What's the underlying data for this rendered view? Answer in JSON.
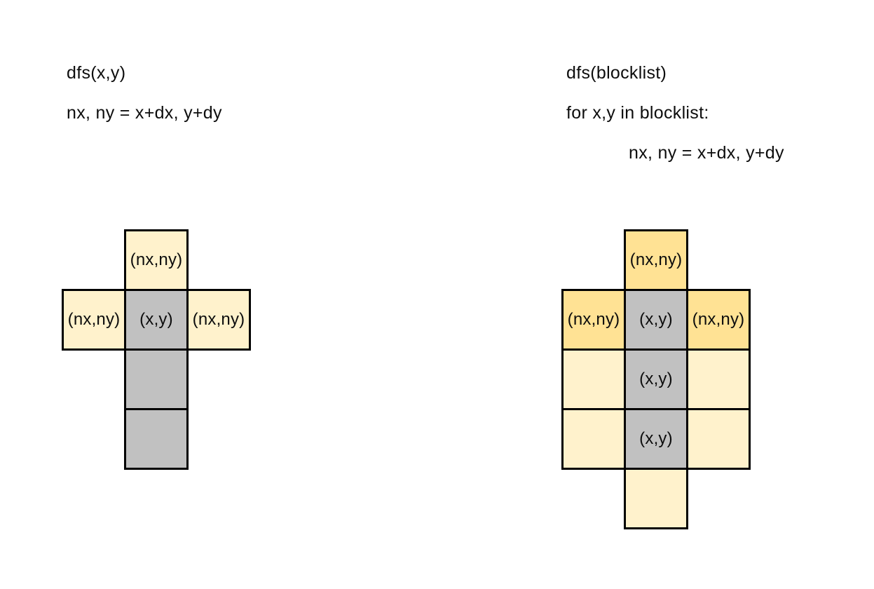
{
  "colors": {
    "cream": "#FFF2CC",
    "gold": "#FFE294",
    "gray": "#C1C1C1",
    "border": "#000000",
    "text": "#0d0d0d"
  },
  "left_panel": {
    "code": {
      "line1": "dfs(x,y)",
      "line2": "nx, ny = x+dx, y+dy"
    },
    "grid": {
      "top_cell": "(nx,ny)",
      "left_cell": "(nx,ny)",
      "center_cell": "(x,y)",
      "right_cell": "(nx,ny)",
      "below_cell_1": "",
      "below_cell_2": ""
    }
  },
  "right_panel": {
    "code": {
      "line1": "dfs(blocklist)",
      "line2": "for x,y in blocklist:",
      "line3": "nx, ny = x+dx, y+dy"
    },
    "grid": {
      "top_cell": "(nx,ny)",
      "row1_left": "(nx,ny)",
      "row1_center": "(x,y)",
      "row1_right": "(nx,ny)",
      "row2_left": "",
      "row2_center": "(x,y)",
      "row2_right": "",
      "row3_left": "",
      "row3_center": "(x,y)",
      "row3_right": "",
      "bottom_cell": ""
    }
  }
}
